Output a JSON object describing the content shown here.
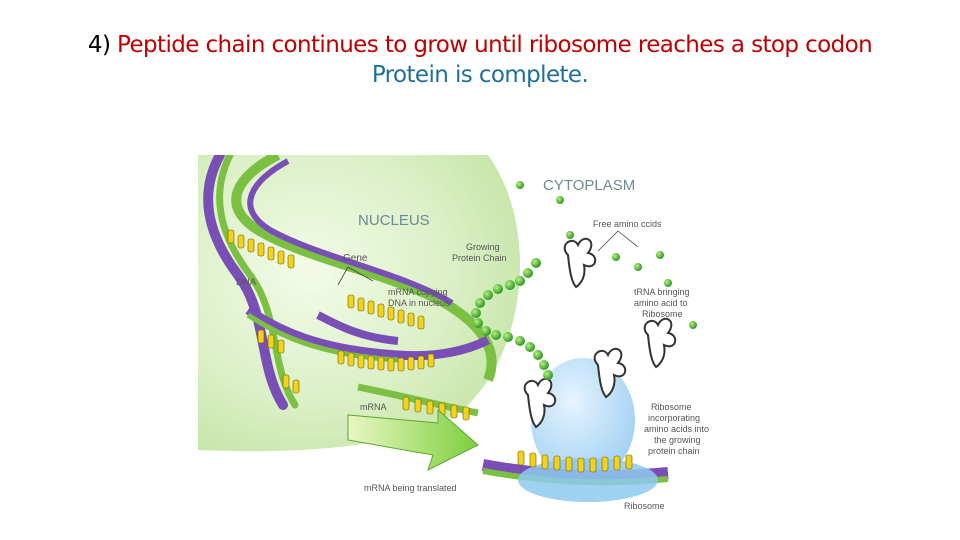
{
  "slide": {
    "title_number": "4)",
    "title_line1": "Peptide chain continues to grow until ribosome reaches a stop codon",
    "title_line2": "Protein is complete.",
    "colors": {
      "red": "#c00000",
      "blue": "#1f6f9a"
    }
  },
  "diagram": {
    "labels": {
      "nucleus": "NUCLEUS",
      "cytoplasm": "CYTOPLASM",
      "dna": "DNA",
      "gene": "Gene",
      "growing_chain_1": "Growing",
      "growing_chain_2": "Protein Chain",
      "mrna_copy_1": "mRNA copying",
      "mrna_copy_2": "DNA in nucleus",
      "mrna": "mRNA",
      "free_amino": "Free amino ccids",
      "trna_1": "tRNA bringing",
      "trna_2": "amino acid to",
      "trna_3": "Ribosome",
      "rib_inc_1": "Ribosome",
      "rib_inc_2": "incorporating",
      "rib_inc_3": "amino acids into",
      "rib_inc_4": "the growing",
      "rib_inc_5": "protein chain",
      "translated": "mRNA being translated",
      "ribosome": "Ribosome"
    }
  }
}
